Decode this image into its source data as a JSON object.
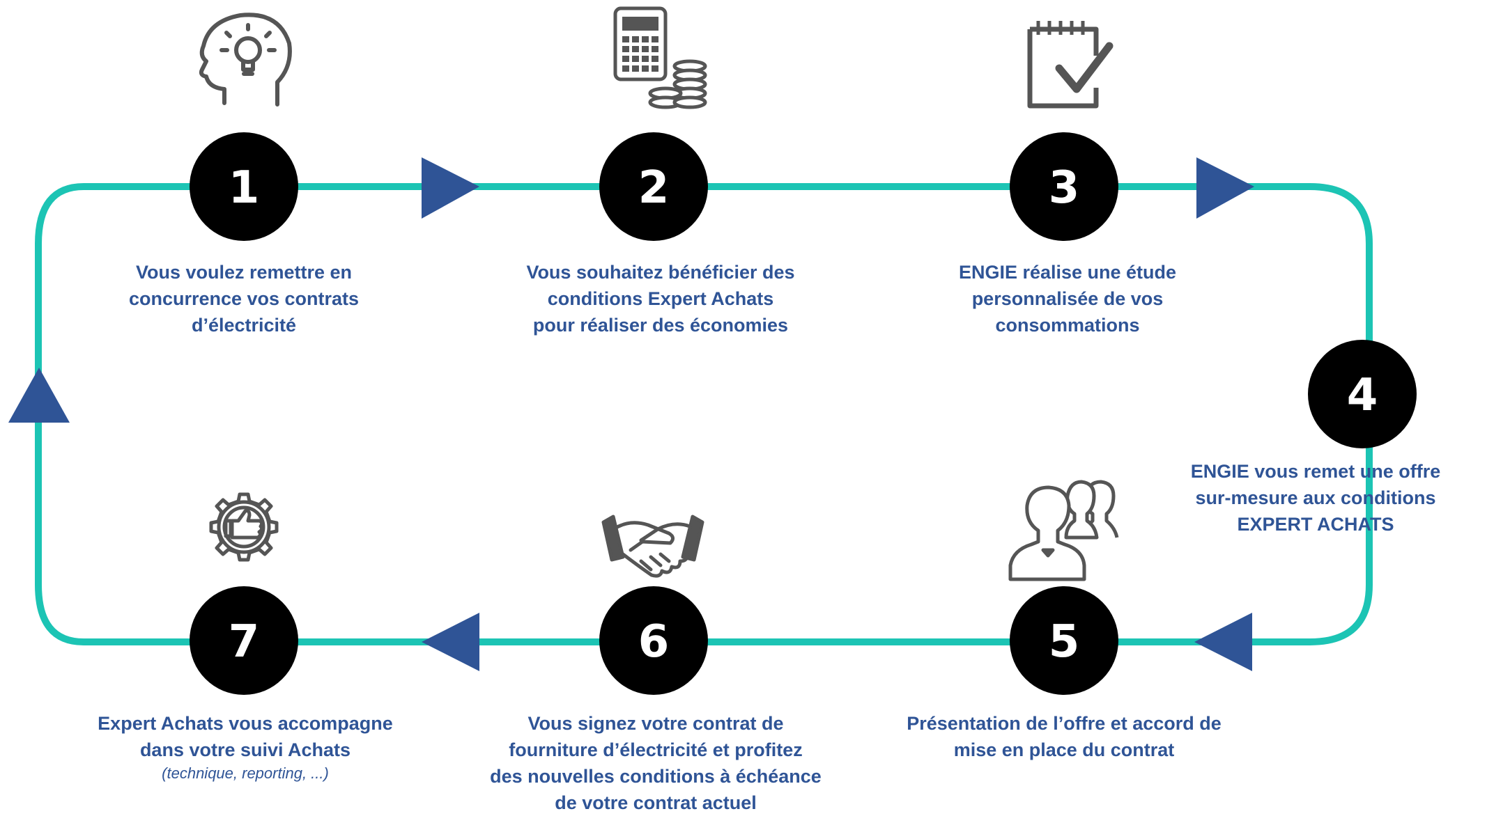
{
  "colors": {
    "loop": "#1cc4b4",
    "arrow": "#2f5496",
    "circle": "#000000",
    "caption": "#2f5496",
    "icon": "#555555"
  },
  "steps": [
    {
      "number": "1",
      "icon": "head-lightbulb-icon",
      "lines": [
        "Vous voulez remettre en",
        "concurrence vos contrats",
        "d’électricité"
      ]
    },
    {
      "number": "2",
      "icon": "calculator-coins-icon",
      "lines": [
        "Vous souhaitez bénéficier des",
        "conditions Expert Achats",
        "pour réaliser des économies"
      ]
    },
    {
      "number": "3",
      "icon": "checklist-icon",
      "lines": [
        "ENGIE réalise une étude",
        "personnalisée de vos",
        "consommations"
      ]
    },
    {
      "number": "4",
      "icon": "",
      "lines": [
        "ENGIE vous remet une offre",
        "sur-mesure aux conditions",
        "EXPERT ACHATS"
      ]
    },
    {
      "number": "5",
      "icon": "people-group-icon",
      "lines": [
        "Présentation de l’offre et accord de",
        "mise en place du contrat"
      ]
    },
    {
      "number": "6",
      "icon": "handshake-icon",
      "lines": [
        "Vous signez votre contrat de",
        "fourniture d’électricité et profitez",
        "des nouvelles conditions à échéance",
        "de votre contrat actuel"
      ]
    },
    {
      "number": "7",
      "icon": "gear-thumbs-up-icon",
      "lines": [
        "Expert Achats vous accompagne",
        "dans votre suivi Achats"
      ],
      "sub": "(technique, reporting, ...)"
    }
  ]
}
